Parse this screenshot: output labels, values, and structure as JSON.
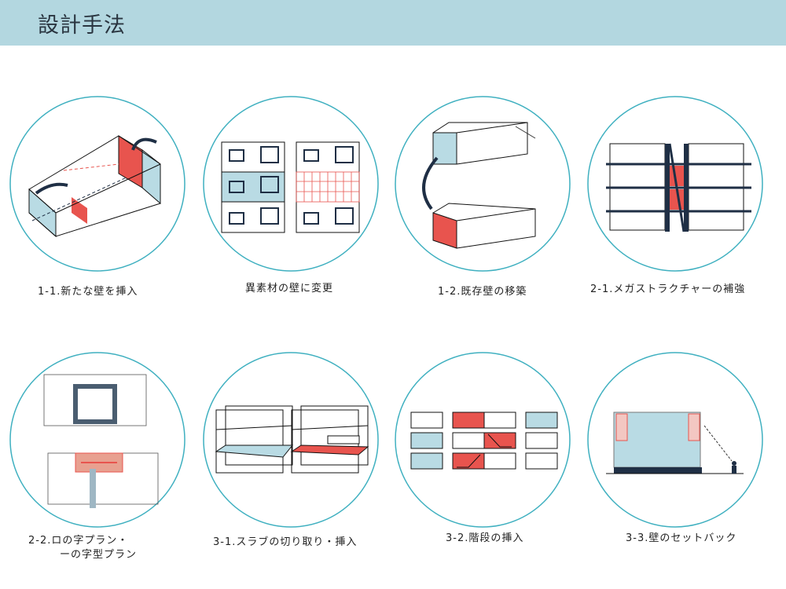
{
  "header": {
    "title": "設計手法"
  },
  "colors": {
    "header_bg": "#b3d7e0",
    "circle": "#3fb0c0",
    "red": "#e8544e",
    "blue": "#b9dbe4",
    "dark": "#1f2f45"
  },
  "methods": [
    {
      "label": "1-1.新たな壁を挿入"
    },
    {
      "label": "異素材の壁に変更"
    },
    {
      "label": "1-2.既存壁の移築"
    },
    {
      "label": "2-1.メガストラクチャーの補強"
    },
    {
      "label": "2-2.ロの字プラン・",
      "label2": "ーの字型プラン"
    },
    {
      "label": "3-1.スラブの切り取り・挿入"
    },
    {
      "label": "3-2.階段の挿入"
    },
    {
      "label": "3-3.壁のセットバック"
    }
  ]
}
